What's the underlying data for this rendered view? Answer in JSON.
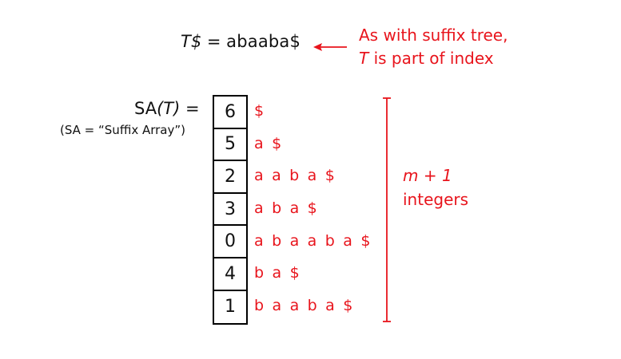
{
  "text_eq": {
    "t": "T",
    "dollar": "$",
    "eq": " = ",
    "string": "abaaba$"
  },
  "note": {
    "line1": "As with suffix tree,",
    "t": "T",
    "rest": " is part of index"
  },
  "sa_label": {
    "sa": "SA",
    "open": "(",
    "t": "T",
    "close": ") ="
  },
  "sa_subtitle": "(SA = “Suffix Array”)",
  "suffix_array": [
    {
      "index": "6",
      "suffix": "$"
    },
    {
      "index": "5",
      "suffix": "a $"
    },
    {
      "index": "2",
      "suffix": "a a b a $"
    },
    {
      "index": "3",
      "suffix": "a b a $"
    },
    {
      "index": "0",
      "suffix": "a b a a b a $"
    },
    {
      "index": "4",
      "suffix": "b a $"
    },
    {
      "index": "1",
      "suffix": "b a a b a $"
    }
  ],
  "count_label": {
    "m": "m",
    "plus": " + ",
    "one": "1",
    "word": "integers"
  },
  "colors": {
    "accent": "#e8141c",
    "text": "#111111",
    "border": "#000000"
  }
}
